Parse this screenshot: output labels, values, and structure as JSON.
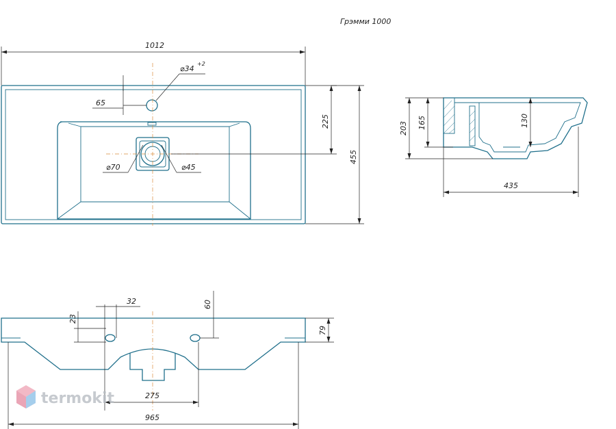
{
  "title": "Грэмми 1000",
  "top_view": {
    "dims": {
      "overall_width": "1012",
      "tap_hole": "⌀34",
      "tap_hole_tol": "+2",
      "tap_offset": "65",
      "bowl_depth_front": "225",
      "overall_depth": "455",
      "drain_outer": "⌀70",
      "drain_inner": "⌀45"
    }
  },
  "side_view": {
    "dims": {
      "total_height": "203",
      "body_height": "165",
      "bowl_height": "130",
      "depth": "435"
    }
  },
  "front_view": {
    "dims": {
      "mount_spacing": "32",
      "mount_height": "60",
      "hole_offset": "23",
      "rim_height": "79",
      "mount_distance": "275",
      "total_width": "965"
    }
  },
  "watermark": {
    "text": "termokit"
  },
  "colors": {
    "part": "#1f6f8b",
    "dim": "#222222",
    "axis": "#d98a3a",
    "logo_pink": "#f0a8b8",
    "logo_blue": "#8fc3e8"
  }
}
